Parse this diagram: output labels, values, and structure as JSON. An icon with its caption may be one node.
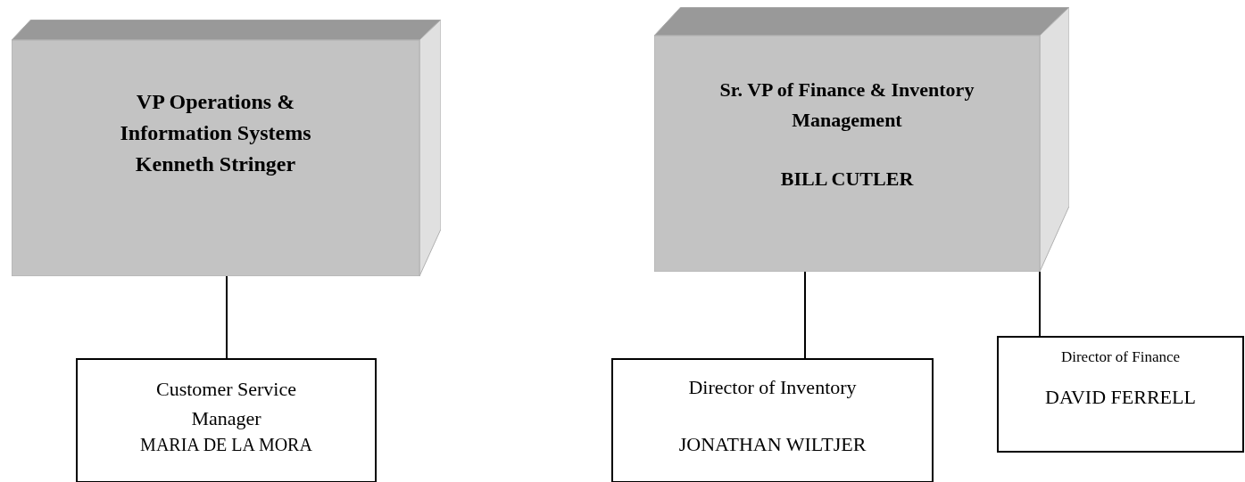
{
  "diagram": {
    "nodes": [
      {
        "text": [
          "VP Operations & Information Systems",
          "Kenneth Stringer"
        ]
      },
      {
        "text": [
          "Customer Service Manager",
          "MARIA DE LA MORA"
        ]
      },
      {
        "text": [
          "Sr. VP of Finance & Inventory Management",
          "BILL CUTLER"
        ]
      },
      {
        "text": [
          "Director of Inventory",
          "JONATHAN WILTJER"
        ]
      },
      {
        "text": [
          "Director of Finance",
          "DAVID FERRELL"
        ]
      }
    ],
    "edges": [
      {
        "from": 0,
        "to": 1,
        "arrow": "none"
      },
      {
        "from": 2,
        "to": 3,
        "arrow": "none"
      },
      {
        "from": 2,
        "to": 4,
        "arrow": "none"
      }
    ]
  }
}
